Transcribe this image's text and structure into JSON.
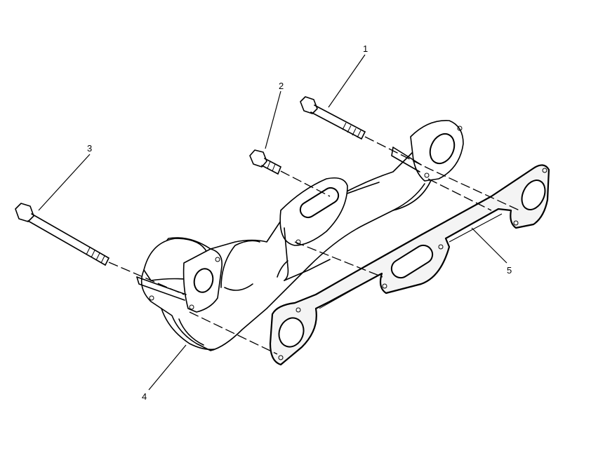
{
  "callouts": [
    {
      "id": "1",
      "label": "1"
    },
    {
      "id": "2",
      "label": "2"
    },
    {
      "id": "3",
      "label": "3"
    },
    {
      "id": "4",
      "label": "4"
    },
    {
      "id": "5",
      "label": "5"
    }
  ],
  "colors": {
    "line": "#000000",
    "background": "#ffffff",
    "gasket_fill": "#f4f4f4"
  }
}
